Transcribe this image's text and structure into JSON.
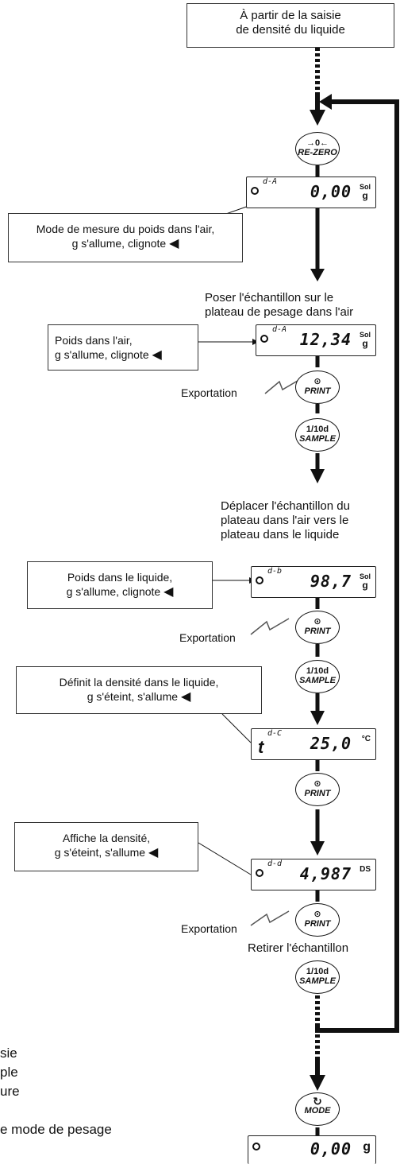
{
  "start_box": {
    "line1": "À partir de la saisie",
    "line2": "de densité du liquide"
  },
  "keys": {
    "rezero": {
      "top": "→0←",
      "bottom": "RE-ZERO"
    },
    "print": {
      "top": "⊙",
      "bottom": "PRINT"
    },
    "sample": {
      "top": "1/10d",
      "bottom": "SAMPLE"
    },
    "mode": {
      "top": "↻",
      "bottom": "MODE"
    }
  },
  "callouts": {
    "air_mode": {
      "line1": "Mode de mesure du poids dans l'air,",
      "line2": "g s'allume, clignote"
    },
    "air_weight": {
      "line1": "Poids dans l'air,",
      "line2": "g s'allume, clignote"
    },
    "liquid_weight": {
      "line1": "Poids dans le liquide,",
      "line2": "g s'allume, clignote"
    },
    "liquid_density": {
      "line1": "Définit la densité dans le liquide,",
      "line2": "g s'éteint, s'allume"
    },
    "density_display": {
      "line1": "Affiche la densité,",
      "line2": "g s'éteint, s'allume"
    }
  },
  "instructions": {
    "place_sample": {
      "line1": "Poser l'échantillon sur le",
      "line2": "plateau de pesage dans l'air"
    },
    "move_sample": {
      "line1": "Déplacer l'échantillon du",
      "line2": "plateau dans l'air vers le",
      "line3": "plateau dans le liquide"
    },
    "remove_sample": "Retirer l'échantillon"
  },
  "export_label": "Exportation",
  "displays": {
    "d1": {
      "mode": "d-A",
      "value": "0,00",
      "unit_top": "Sol",
      "unit_bot": "g"
    },
    "d2": {
      "mode": "d-A",
      "value": "12,34",
      "unit_top": "Sol",
      "unit_bot": "g"
    },
    "d3": {
      "mode": "d-b",
      "value": "98,7",
      "unit_top": "Sol",
      "unit_bot": "g"
    },
    "d4": {
      "mode": "d-C",
      "left": "t",
      "value": "25,0",
      "unit_top": "°C",
      "unit_bot": ""
    },
    "d5": {
      "mode": "d-d",
      "value": "4,987",
      "unit_top": "DS",
      "unit_bot": ""
    },
    "d6": {
      "mode": "",
      "value": "0,00",
      "unit_top": "g",
      "unit_bot": ""
    }
  },
  "left_fragments": {
    "l1": "sie",
    "l2": "ple",
    "l3": "ure",
    "l4": "e mode de pesage"
  }
}
